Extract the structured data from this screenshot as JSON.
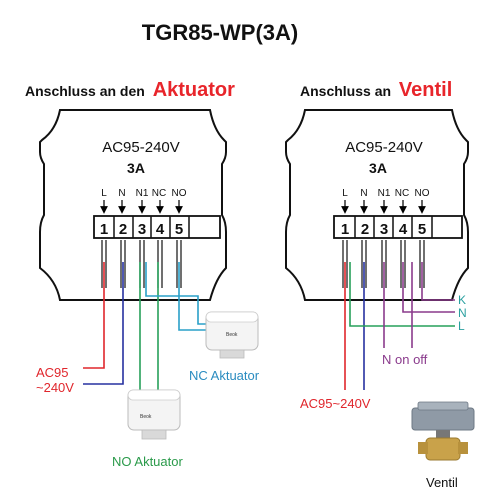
{
  "title": "TGR85-WP(3A)",
  "left_panel": {
    "heading_prefix": "Anschluss an den",
    "heading_accent": "Aktuator",
    "voltage": "AC95-240V",
    "current": "3A",
    "terminal_labels": [
      "L",
      "N",
      "N1",
      "NC",
      "NO"
    ],
    "terminal_numbers": [
      "1",
      "2",
      "3",
      "4",
      "5"
    ],
    "supply_label_line1": "AC95",
    "supply_label_line2": "~240V",
    "nc_actuator_label": "NC Aktuator",
    "no_actuator_label": "NO Aktuator",
    "actuator_brand": "Beok"
  },
  "right_panel": {
    "heading_prefix": "Anschluss an",
    "heading_accent": "Ventil",
    "voltage": "AC95-240V",
    "current": "3A",
    "terminal_labels": [
      "L",
      "N",
      "N1",
      "NC",
      "NO"
    ],
    "terminal_numbers": [
      "1",
      "2",
      "3",
      "4",
      "5"
    ],
    "supply_label": "AC95~240V",
    "n_on_off_label": "N on off",
    "wire_labels": [
      "K",
      "N",
      "L"
    ],
    "valve_label": "Ventil"
  },
  "colors": {
    "accent_red": "#e8252b",
    "wire_red": "#e0262c",
    "wire_blue": "#2630a0",
    "wire_green": "#27a05a",
    "wire_cyan": "#2aa0c8",
    "wire_purple": "#8a3a8c",
    "nc_label": "#2a8cc0",
    "no_label": "#2a9a4a"
  }
}
